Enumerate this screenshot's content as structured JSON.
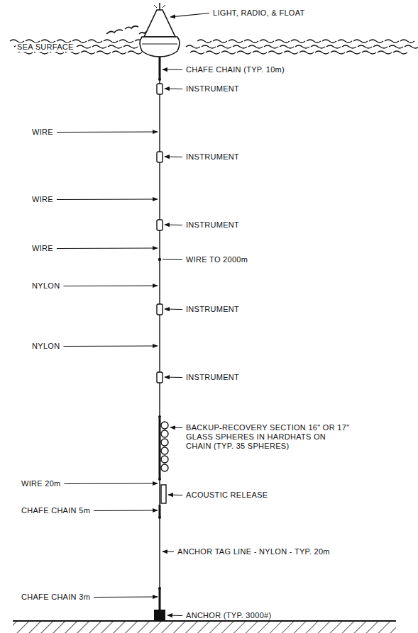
{
  "diagram": {
    "labels": [
      "LIGHT, RADIO, & FLOAT",
      "SEA SURFACE",
      "CHAFE CHAIN (TYP. 10m)",
      "INSTRUMENT",
      "WIRE",
      "INSTRUMENT",
      "WIRE",
      "INSTRUMENT",
      "WIRE",
      "WIRE TO 2000m",
      "NYLON",
      "INSTRUMENT",
      "NYLON",
      "INSTRUMENT",
      "BACKUP-RECOVERY SECTION 16\" OR 17\" GLASS SPHERES IN HARDHATS ON CHAIN (TYP. 35 SPHERES)",
      "WIRE 20m",
      "ACOUSTIC RELEASE",
      "CHAFE CHAIN 5m",
      "ANCHOR TAG LINE - NYLON - TYP. 20m",
      "CHAFE CHAIN 3m",
      "ANCHOR (TYP. 3000#)"
    ]
  }
}
